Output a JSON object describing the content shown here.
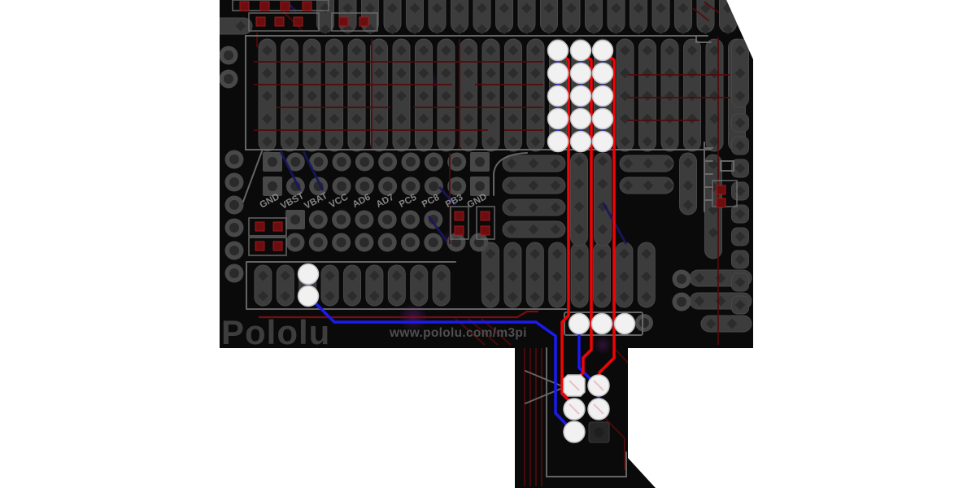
{
  "board": {
    "brand": "Pololu",
    "url": "www.pololu.com/m3pi"
  },
  "header": {
    "pin_labels": [
      "GND",
      "VBST",
      "VBAT",
      "VCC",
      "AD6",
      "AD7",
      "PC5",
      "PC8",
      "PB3",
      "GND"
    ]
  },
  "colors": {
    "background": "#ffffff",
    "board": "#0a0a0a",
    "pad": "#3c3c3c",
    "pad_hole": "#2c2c2c",
    "silkscreen": "#6e6e6e",
    "trace_top_red": "#ee0404",
    "trace_bottom_blue": "#1b1bf0",
    "trace_dark_red": "#55090b",
    "trace_dark_blue": "#17175e",
    "drill_white": "#f1f1f1",
    "text_gray": "#3d3d3d",
    "label_gray": "#8f8f8f",
    "glow_purple": "#a21fd0"
  }
}
